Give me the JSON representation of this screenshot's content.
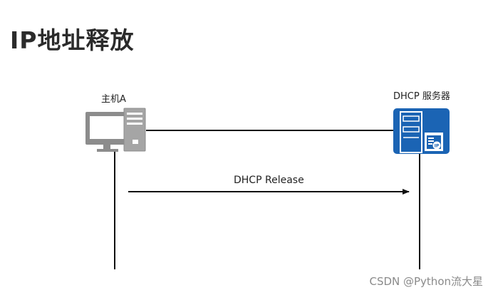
{
  "title": "IP地址释放",
  "host": {
    "label": "主机A"
  },
  "server": {
    "label": "DHCP 服务器",
    "badge": "IP"
  },
  "message": {
    "label": "DHCP Release",
    "direction": "host-to-server"
  },
  "watermark": "CSDN @Python流大星",
  "colors": {
    "server_blue": "#1b64b4",
    "computer_gray": "#8c8c8c",
    "line": "#111111"
  }
}
